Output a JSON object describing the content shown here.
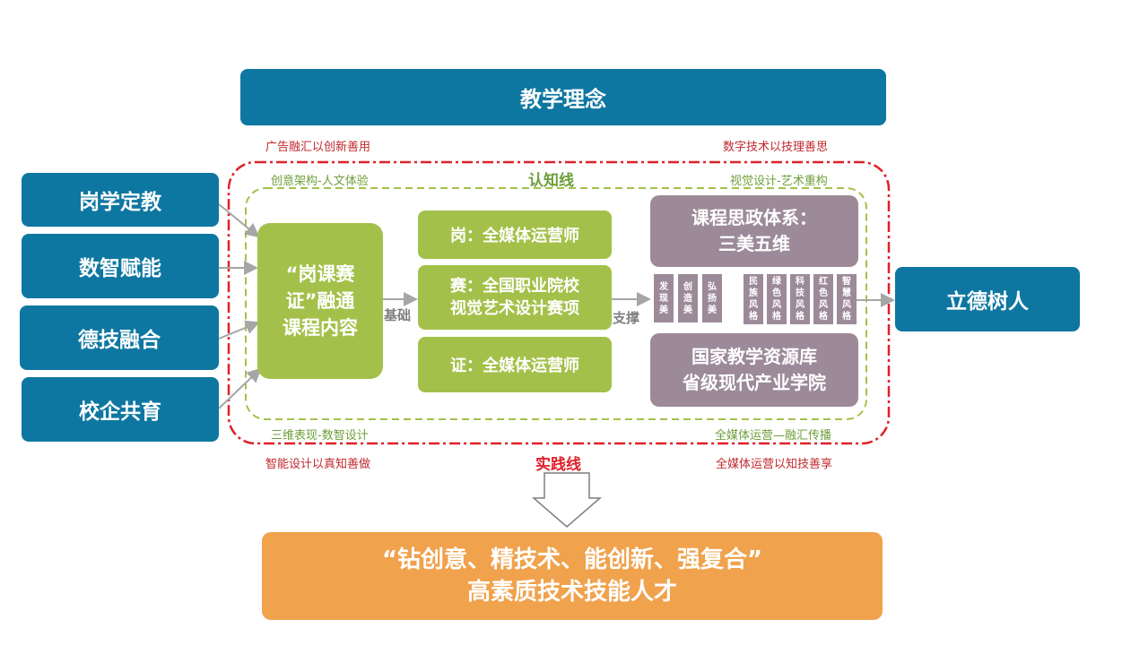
{
  "header": {
    "title": "教学理念"
  },
  "left": [
    "岗学定教",
    "数智赋能",
    "德技融合",
    "校企共育"
  ],
  "corners": {
    "top_left_red": "广告融汇以创新善用",
    "top_right_red": "数字技术以技理善思",
    "bottom_left_red": "智能设计以真知善做",
    "bottom_right_red": "全媒体运营以知技善享",
    "top_left_green": "创意架构-人文体验",
    "top_right_green": "视觉设计-艺术重构",
    "bottom_left_green": "三维表现-数智设计",
    "bottom_right_green": "全媒体运营—融汇传播"
  },
  "lines": {
    "cognition": "认知线",
    "practice": "实践线"
  },
  "center": {
    "main": "“岗课赛\n证”融通\n课程内容",
    "basis": "基础",
    "support": "支撑",
    "gang": "岗：全媒体运营师",
    "sai": "赛：全国职业院校\n视觉艺术设计赛项",
    "zheng": "证：全媒体运营师"
  },
  "right": {
    "ideology": "课程思政体系：\n三美五维",
    "resource": "国家教学资源库\n省级现代产业学院",
    "beauty_tags": [
      "发\n现\n美",
      "创\n造\n美",
      "弘\n扬\n美"
    ],
    "style_tags": [
      "民\n族\n风\n格",
      "绿\n色\n风\n格",
      "科\n技\n风\n格",
      "红\n色\n风\n格",
      "智\n慧\n风\n格"
    ],
    "goal": "立德树人"
  },
  "bottom": {
    "line1": "“钻创意、精技术、能创新、强复合”",
    "line2": "高素质技术技能人才"
  },
  "colors": {
    "blue": "#0E77A1",
    "green": "#A3C14A",
    "purple": "#9C8A99",
    "orange": "#F0A24C",
    "red": "#E0202A"
  }
}
